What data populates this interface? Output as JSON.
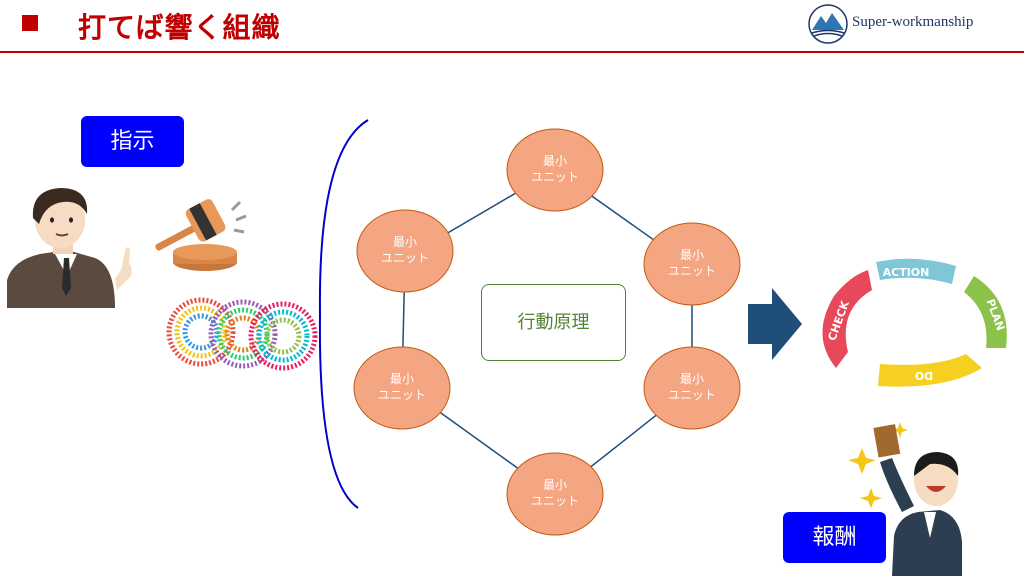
{
  "header": {
    "title": "打てば響く組織",
    "logo_text": "Super-workmanship"
  },
  "labels": {
    "instruction": "指示",
    "reward": "報酬",
    "center": "行動原理"
  },
  "units": [
    {
      "line1": "最小",
      "line2": "ユニット"
    },
    {
      "line1": "最小",
      "line2": "ユニット"
    },
    {
      "line1": "最小",
      "line2": "ユニット"
    },
    {
      "line1": "最小",
      "line2": "ユニット"
    },
    {
      "line1": "最小",
      "line2": "ユニット"
    },
    {
      "line1": "最小",
      "line2": "ユニット"
    }
  ],
  "pdca": {
    "action": "ACTION",
    "plan": "PLAN",
    "do": "DO",
    "check": "CHECK"
  },
  "colors": {
    "accent": "#c00000",
    "label_bg": "#0000ff",
    "unit_fill": "#f4a582",
    "center_border": "#548235",
    "arrow": "#1f4e79"
  }
}
